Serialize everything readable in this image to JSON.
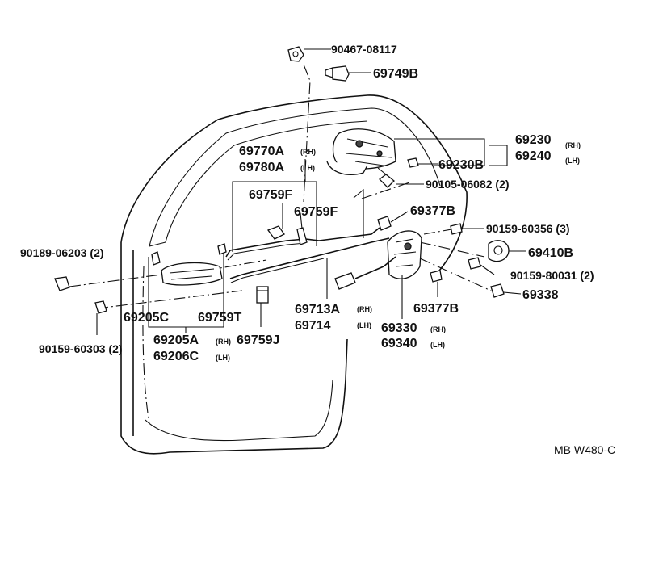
{
  "diagram_code": "MB W480-C",
  "labels": {
    "p9046708117": "90467-08117",
    "p69749B": "69749B",
    "p69770A": "69770A",
    "p69780A": "69780A",
    "p69759F_a": "69759F",
    "p69759F_b": "69759F",
    "p69230": "69230",
    "p69240": "69240",
    "p69230B": "69230B",
    "p9010506082": "90105-06082 (2)",
    "p69377B_a": "69377B",
    "p9015960356": "90159-60356 (3)",
    "p9018906203": "90189-06203 (2)",
    "p69410B": "69410B",
    "p9015980031": "90159-80031 (2)",
    "p69338": "69338",
    "p69205C": "69205C",
    "p69759T": "69759T",
    "p69713A": "69713A",
    "p69714": "69714",
    "p69377B_b": "69377B",
    "p69330": "69330",
    "p69340": "69340",
    "p69205A": "69205A",
    "p69206C": "69206C",
    "p69759J": "69759J",
    "p9015960303": "90159-60303 (2)"
  },
  "side": {
    "rh": "(RH)",
    "lh": "(LH)"
  }
}
